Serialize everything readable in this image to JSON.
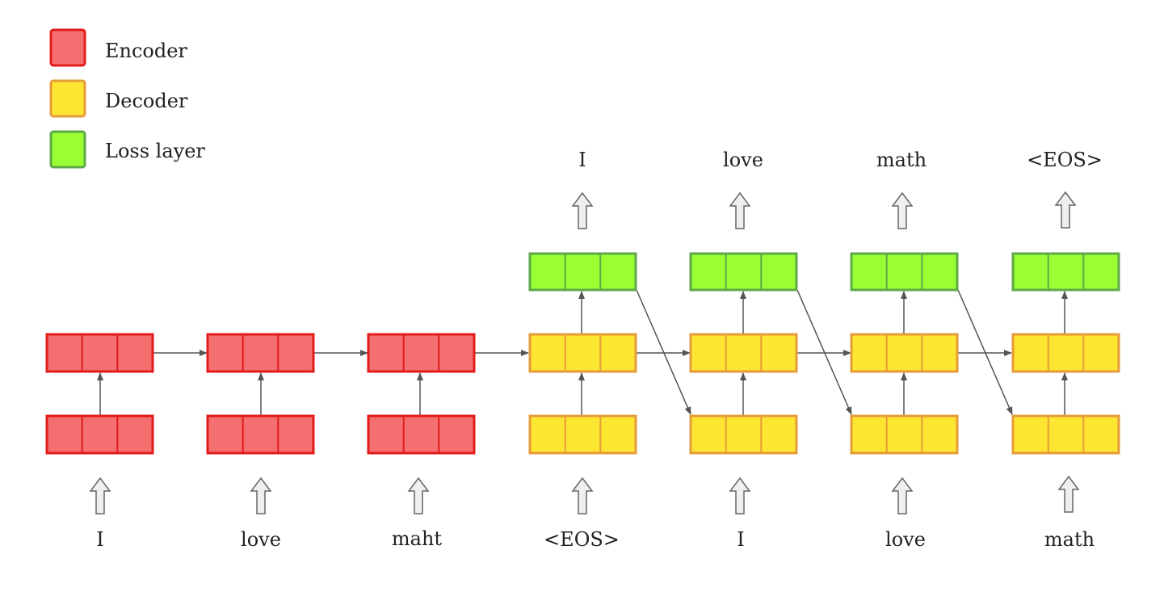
{
  "legend": [
    {
      "label": "Encoder",
      "fill": "#F47070",
      "stroke": "#E21B1B"
    },
    {
      "label": "Decoder",
      "fill": "#FDE632",
      "stroke": "#E69B3A"
    },
    {
      "label": "Loss layer",
      "fill": "#99FF33",
      "stroke": "#5FA84A"
    }
  ],
  "colors": {
    "encoder_fill": "#F47070",
    "encoder_stroke": "#E21B1B",
    "decoder_fill": "#FDE632",
    "decoder_stroke": "#E69B3A",
    "loss_fill": "#99FF33",
    "loss_stroke": "#5FA84A",
    "arrow": "#555555",
    "input_arrow_fill": "#EFEFEF",
    "input_arrow_stroke": "#666666"
  },
  "encoder_inputs": [
    "I",
    "love",
    "maht"
  ],
  "decoder_inputs": [
    "<EOS>",
    "I",
    "love",
    "math"
  ],
  "decoder_outputs": [
    "I",
    "love",
    "math",
    "<EOS>"
  ]
}
